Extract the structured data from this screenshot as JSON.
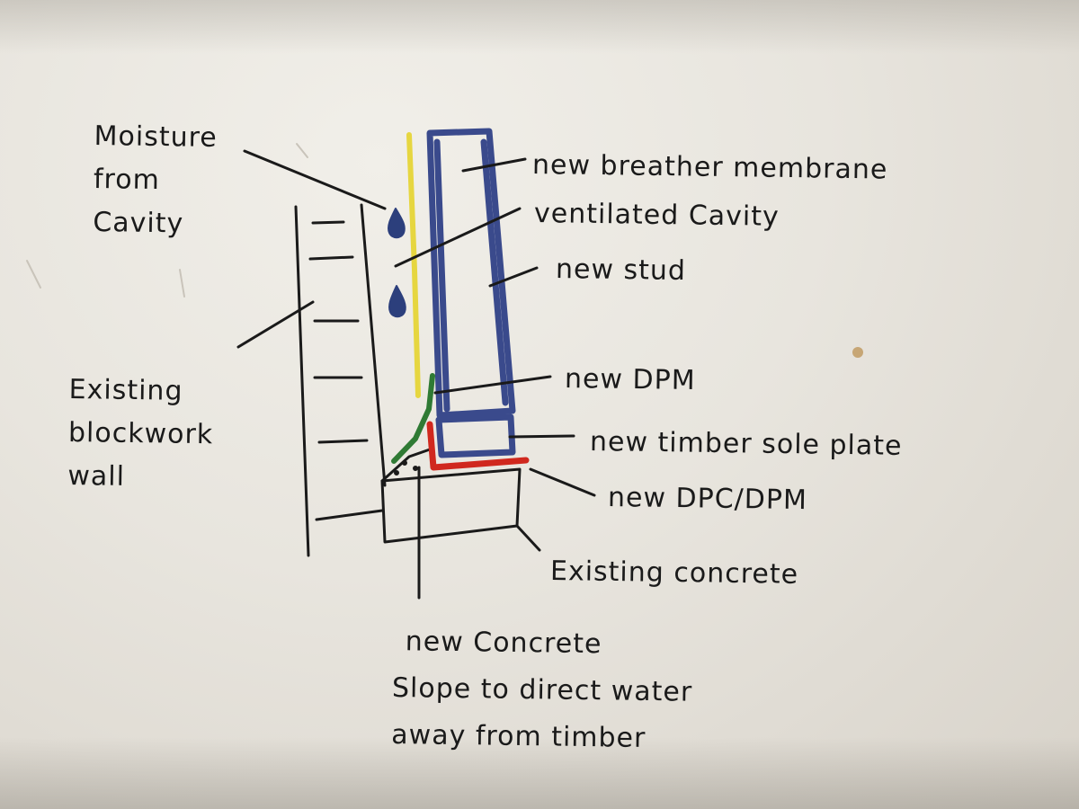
{
  "labels": {
    "moisture": [
      "Moisture",
      "from",
      "Cavity"
    ],
    "breather": "new breather membrane",
    "cavity": "ventilated Cavity",
    "stud": "new stud",
    "blockwork": [
      "Existing",
      "blockwork",
      "wall"
    ],
    "dpm": "new DPM",
    "sole_plate": "new timber sole plate",
    "dpc": "new DPC/DPM",
    "existing_concrete": "Existing concrete",
    "new_concrete": [
      "new Concrete",
      "Slope to direct water",
      "away from timber"
    ]
  },
  "colors": {
    "ink": "#1a1a1a",
    "stud_blue": "#3a4a8c",
    "membrane_yellow": "#e6d640",
    "dpm_green": "#2f7a34",
    "dpc_red": "#d0281e",
    "droplet_blue": "#2c3f7c"
  }
}
